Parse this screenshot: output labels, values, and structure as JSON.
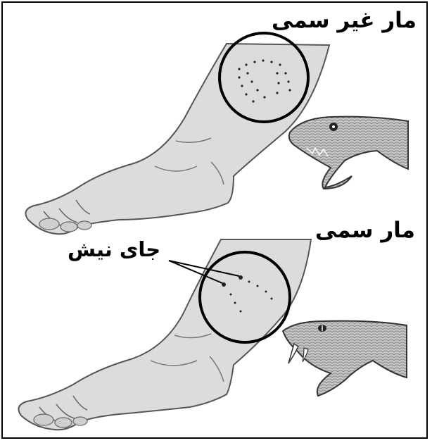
{
  "figure": {
    "panels": [
      {
        "label": "مار غیر سمی"
      },
      {
        "label": "مار سمی"
      }
    ],
    "bite_label": "جای نیش"
  },
  "colors": {
    "skin_fill": "#dcdcdc",
    "line": "#4a4a4a",
    "circle": "#000000",
    "snake_fill": "#bdbdbd"
  }
}
